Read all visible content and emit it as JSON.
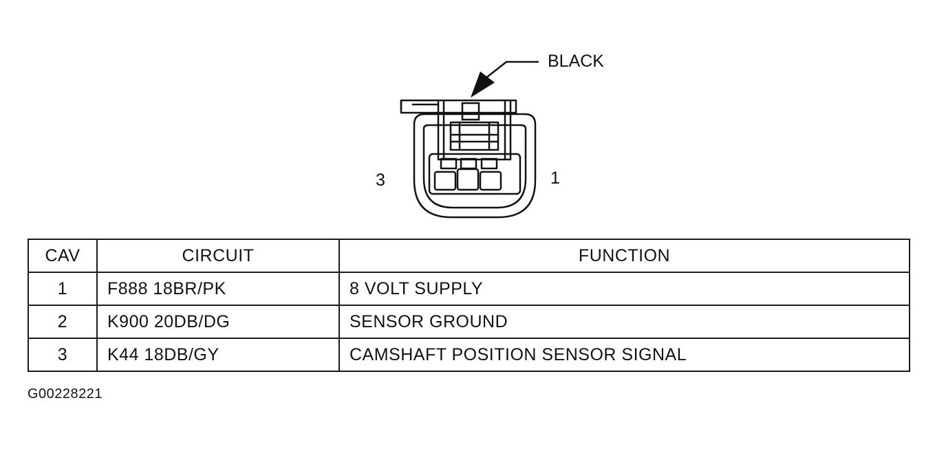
{
  "connector": {
    "color_callout": "BLACK",
    "left_pin_label": "3",
    "right_pin_label": "1"
  },
  "table": {
    "headers": {
      "cav": "CAV",
      "circuit": "CIRCUIT",
      "function": "FUNCTION"
    },
    "rows": [
      {
        "cav": "1",
        "circuit": "F888 18BR/PK",
        "function": "8 VOLT SUPPLY"
      },
      {
        "cav": "2",
        "circuit": "K900 20DB/DG",
        "function": "SENSOR GROUND"
      },
      {
        "cav": "3",
        "circuit": "K44 18DB/GY",
        "function": "CAMSHAFT POSITION SENSOR SIGNAL"
      }
    ]
  },
  "figure_id": "G00228221"
}
